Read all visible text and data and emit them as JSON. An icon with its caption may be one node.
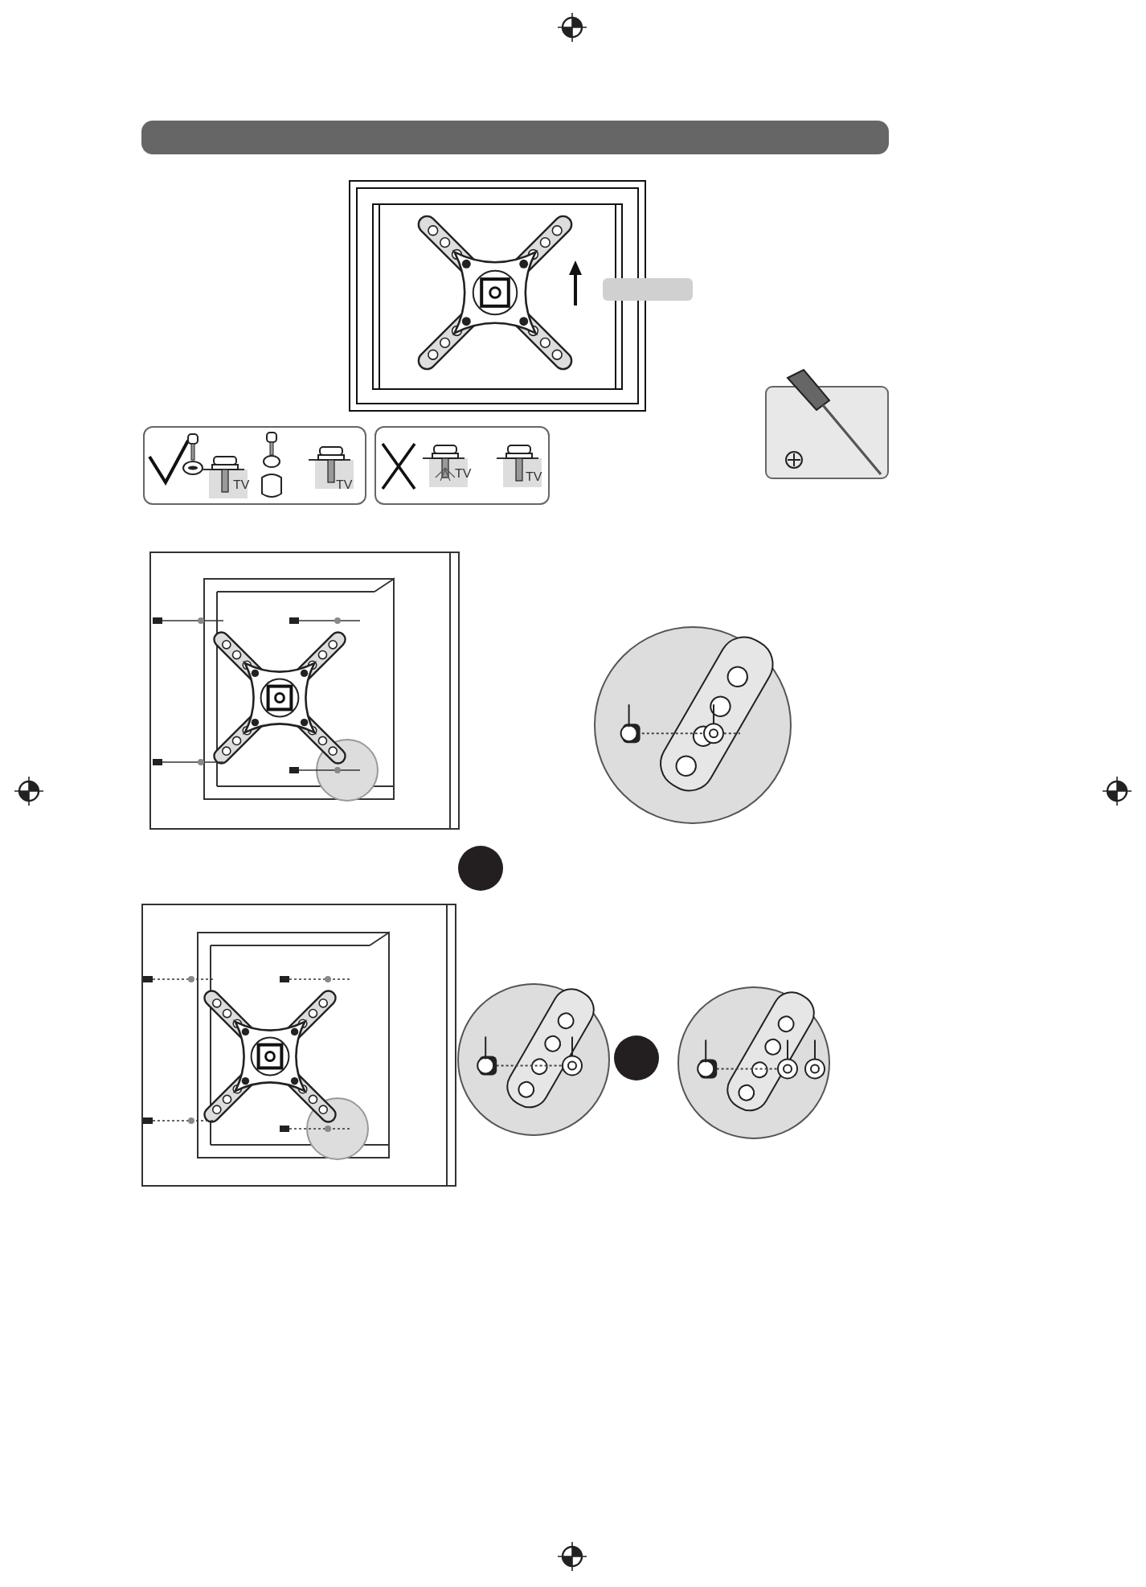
{
  "diagram": {
    "labels": [
      "TV",
      "TV",
      "TV",
      "TV"
    ]
  }
}
